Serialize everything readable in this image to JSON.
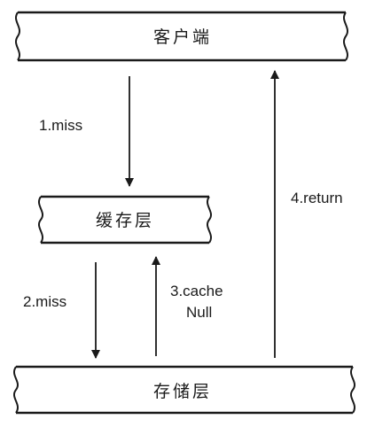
{
  "nodes": {
    "client": {
      "label": "客户端"
    },
    "cache": {
      "label": "缓存层"
    },
    "storage": {
      "label": "存储层"
    }
  },
  "edges": {
    "miss1": {
      "label": "1.miss"
    },
    "miss2": {
      "label": "2.miss"
    },
    "cache_null": {
      "label_line1": "3.cache",
      "label_line2": "Null"
    },
    "return": {
      "label": "4.return"
    }
  },
  "colors": {
    "line": "#1a1a1a",
    "background": "#ffffff"
  }
}
